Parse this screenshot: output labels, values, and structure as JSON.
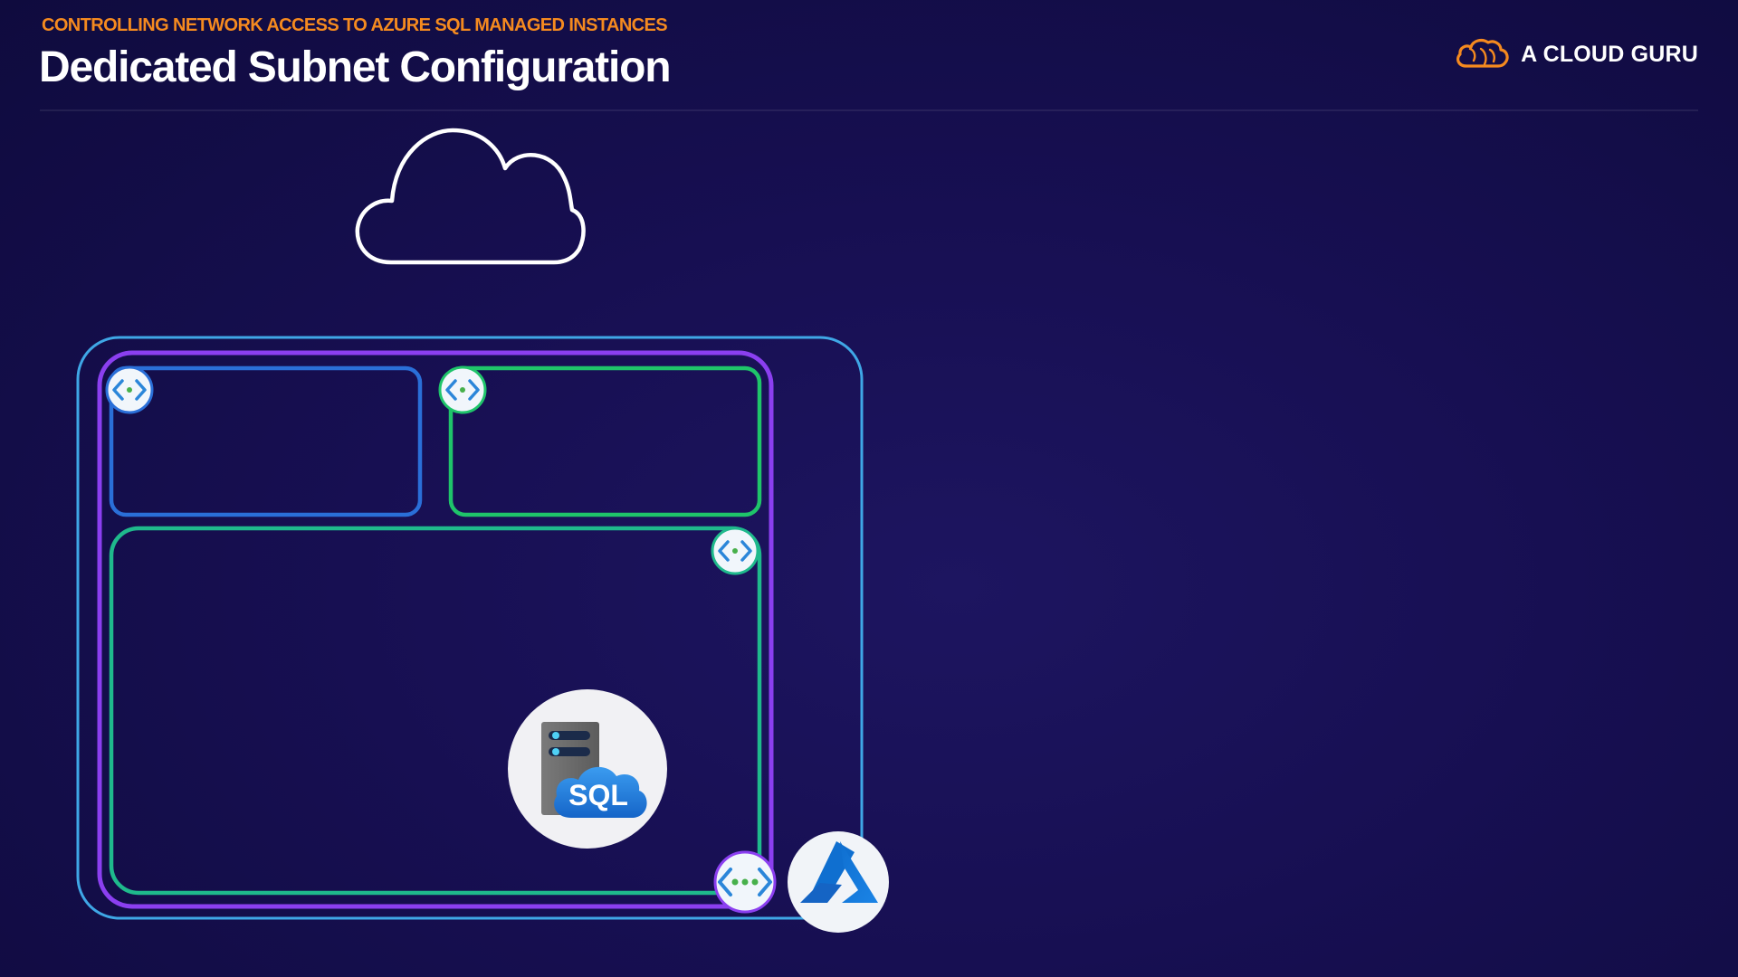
{
  "header": {
    "eyebrow": "CONTROLLING NETWORK ACCESS TO AZURE SQL MANAGED INSTANCES",
    "title": "Dedicated Subnet Configuration"
  },
  "brand": {
    "name": "A CLOUD GURU",
    "logo_icon": "cloud-logo-icon"
  },
  "diagram": {
    "internet_icon": "cloud-outline-icon",
    "sql_icon": "sql-database-icon",
    "sql_label": "SQL",
    "azure_icon": "azure-logo-icon",
    "endpoint_icon": "subnet-brackets-icon",
    "gateway_icon": "vnet-gateway-icon"
  },
  "colors": {
    "background": "#170f52",
    "accent_orange": "#f58a1f",
    "outer_boundary": "#3fa7e6",
    "vnet_boundary": "#8b3ff0",
    "subnet_a": "#2a6fd8",
    "subnet_b": "#1fc46a",
    "subnet_managed_instance": "#1fb98c"
  }
}
